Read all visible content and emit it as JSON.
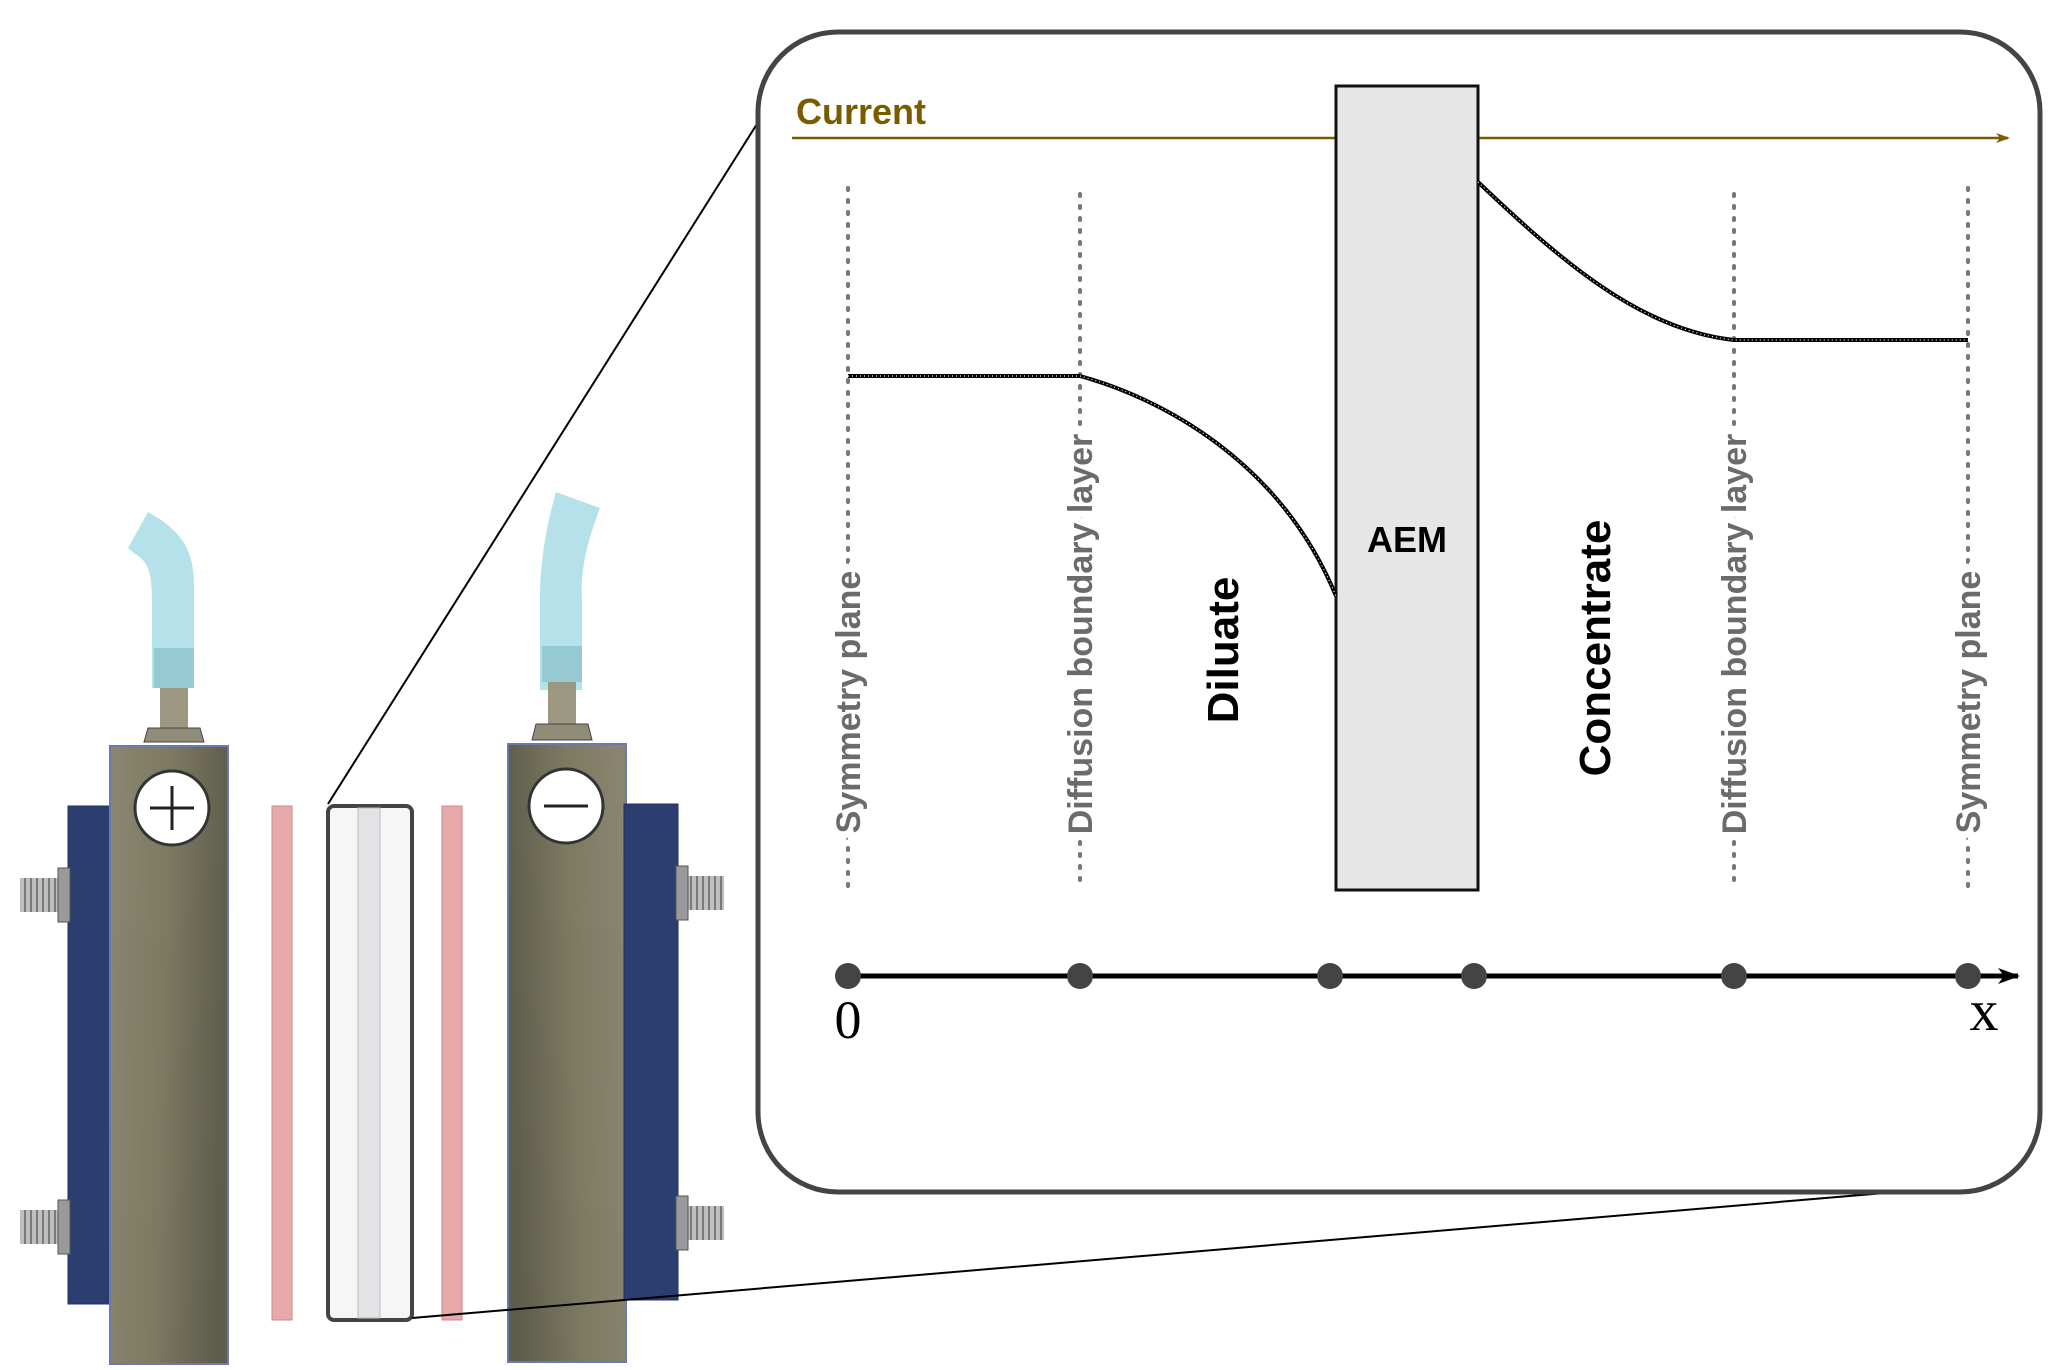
{
  "zoom": {
    "current_label": "Current",
    "membrane_label": "AEM",
    "left_region_label": "Diluate",
    "right_region_label": "Concentrate",
    "left_symmetry_label": "Symmetry plane",
    "left_boundary_label": "Diffusion boundary layer",
    "right_boundary_label": "Diffusion boundary layer",
    "right_symmetry_label": "Symmetry plane",
    "axis_origin_label": "0",
    "axis_end_label": "x"
  },
  "apparatus": {
    "anode_symbol": "+",
    "cathode_symbol": "−"
  },
  "colors": {
    "current": "#7a5c00",
    "membrane_fill": "#e6e6e6",
    "electrode_dark": "#6b6b55",
    "electrode_light": "#8a8670",
    "backplate": "#2c3e70",
    "tube": "#a8dde6",
    "gasket": "#e8a9ab",
    "frame": "#444444",
    "guide": "#777777"
  }
}
